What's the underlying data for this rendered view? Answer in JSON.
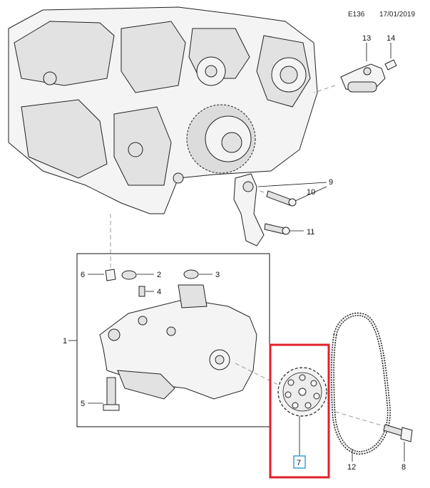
{
  "header": {
    "diagram_code": "E136",
    "date": "17/01/2019"
  },
  "callouts": {
    "c1": "1",
    "c2": "2",
    "c3": "3",
    "c4": "4",
    "c5": "5",
    "c6": "6",
    "c7": "7",
    "c8": "8",
    "c9": "9",
    "c10": "10",
    "c11": "11",
    "c12": "12",
    "c13": "13",
    "c14": "14"
  },
  "highlight": {
    "selected_part": "7",
    "color": "#e0202a",
    "label_box_color": "#3aa0d8"
  }
}
